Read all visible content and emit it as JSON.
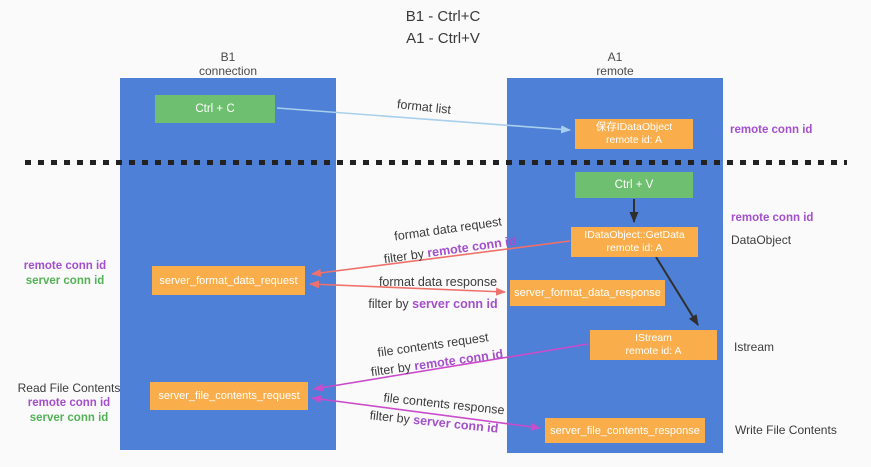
{
  "title": {
    "line1": "B1 - Ctrl+C",
    "line2": "A1 - Ctrl+V"
  },
  "columns": {
    "left": {
      "name": "B1",
      "role": "connection"
    },
    "right": {
      "name": "A1",
      "role": "remote"
    }
  },
  "nodes": {
    "ctrl_c": "Ctrl + C",
    "ctrl_v": "Ctrl + V",
    "save_idataobject": {
      "line1": "保存IDataObject",
      "line2": "remote id: A"
    },
    "idataobject_getdata": {
      "line1": "IDataObject::GetData",
      "line2": "remote id: A"
    },
    "istream": {
      "line1": "IStream",
      "line2": "remote id: A"
    },
    "server_format_data_request": "server_format_data_request",
    "server_format_data_response": "server_format_data_response",
    "server_file_contents_request": "server_file_contents_request",
    "server_file_contents_response": "server_file_contents_response"
  },
  "arrow_labels": {
    "format_list": "format list",
    "format_data_request": {
      "text": "format data request",
      "filter_prefix": "filter by ",
      "filter_id": "remote conn id"
    },
    "format_data_response": {
      "text": "format data response",
      "filter_prefix": "filter by ",
      "filter_id": "server conn id"
    },
    "file_contents_request": {
      "text": "file contents request",
      "filter_prefix": "filter by ",
      "filter_id": "remote conn id"
    },
    "file_contents_response": {
      "text": "file contents response",
      "filter_prefix": "filter by ",
      "filter_id": "server conn id"
    }
  },
  "side_labels": {
    "remote_conn_id_top": "remote conn id",
    "remote_conn_id_mid": "remote conn id",
    "dataobject": "DataObject",
    "istream": "Istream",
    "write_file_contents": "Write File Contents",
    "read_file_contents": "Read File Contents",
    "left_mid": {
      "remote": "remote conn id",
      "server": "server conn id"
    },
    "left_bottom": {
      "remote": "remote conn id",
      "server": "server conn id"
    }
  },
  "colors": {
    "column_blue": "#4d80d6",
    "box_green": "#6fbf70",
    "box_orange": "#f9ae4b",
    "purple_text": "#a44fcb",
    "green_text": "#53b156",
    "arrow_lightblue": "#a8cfec",
    "arrow_salmon": "#f0716b",
    "arrow_magenta": "#cb4ccb",
    "arrow_black": "#2f2f2f"
  }
}
